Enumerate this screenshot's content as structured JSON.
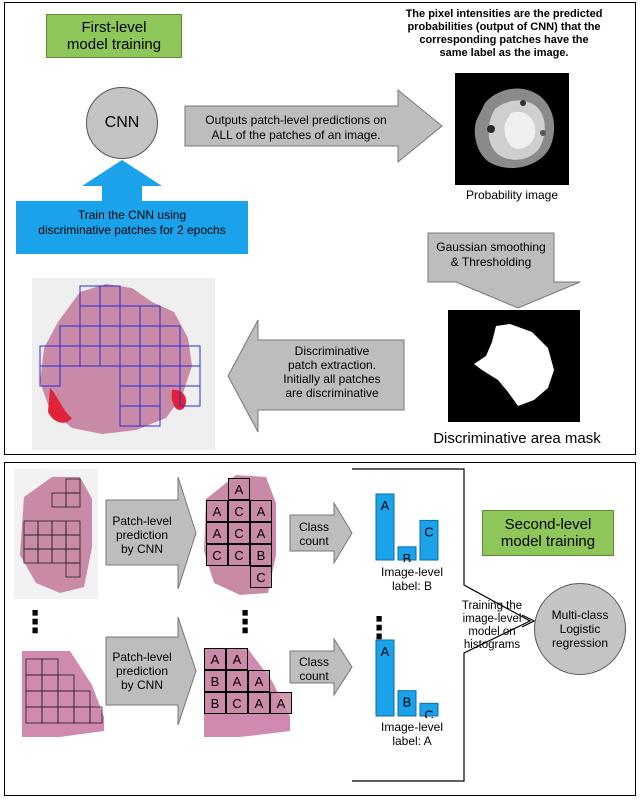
{
  "top": {
    "first_level_title_1": "First-level",
    "first_level_title_2": "model training",
    "prob_desc_1": "The pixel intensities are the predicted",
    "prob_desc_2": "probabilities (output of CNN) that the",
    "prob_desc_3": "corresponding patches have the",
    "prob_desc_4": "same label as the image.",
    "cnn": "CNN",
    "outputs_1": "Outputs patch-level predictions on",
    "outputs_2": "ALL of the patches of an image.",
    "prob_image": "Probability image",
    "train_1": "Train the CNN using",
    "train_2": "discriminative patches for 2 epochs",
    "gauss_1": "Gaussian smoothing",
    "gauss_2": "& Thresholding",
    "disc_1": "Discriminative",
    "disc_2": "patch extraction.",
    "disc_3": "Initially all patches",
    "disc_4": "are discriminative",
    "mask": "Discriminative area mask"
  },
  "bottom": {
    "patch_pred_1": "Patch-level",
    "patch_pred_2": "prediction",
    "patch_pred_3": "by CNN",
    "class_1": "Class",
    "class_2": "count",
    "image_label_1": "Image-level",
    "image_label_b": "label: B",
    "image_label_a": "label: A",
    "second_title_1": "Second-level",
    "second_title_2": "model training",
    "training_1": "Training the",
    "training_2": "image-level",
    "training_3": "model on",
    "training_4": "histograms",
    "logistic_1": "Multi-class",
    "logistic_2": "Logistic",
    "logistic_3": "regression",
    "dots": "⋮",
    "grid_top": [
      [
        "",
        "A",
        ""
      ],
      [
        "A",
        "C",
        "A"
      ],
      [
        "A",
        "C",
        "A"
      ],
      [
        "C",
        "C",
        "B"
      ],
      [
        "",
        "",
        "C"
      ]
    ],
    "grid_bottom": [
      [
        "A",
        "A",
        "",
        ""
      ],
      [
        "B",
        "A",
        "A",
        ""
      ],
      [
        "B",
        "C",
        "A",
        "A"
      ]
    ],
    "hist_top": {
      "labels": [
        "A",
        "B",
        "C"
      ],
      "values": [
        5,
        1,
        3
      ]
    },
    "hist_bottom": {
      "labels": [
        "A",
        "B",
        "C"
      ],
      "values": [
        6,
        2,
        1
      ]
    }
  },
  "colors": {
    "green": "#8ec65a",
    "blue": "#1aa3ea",
    "arrow_gray": "#bdbdbd",
    "tissue_pink": "#c98aa7",
    "patch_blue": "#2b2bd8"
  }
}
